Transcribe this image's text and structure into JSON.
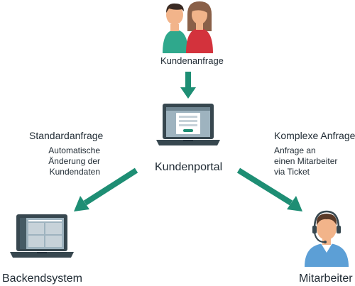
{
  "nodes": {
    "customers": {
      "label": "Kundenanfrage",
      "icon": "customers-icon"
    },
    "portal": {
      "label": "Kundenportal",
      "icon": "laptop-form-icon"
    },
    "backend": {
      "label": "Backendsystem",
      "icon": "laptop-backend-icon"
    },
    "employee": {
      "label": "Mitarbeiter",
      "icon": "support-agent-icon"
    }
  },
  "branches": {
    "left": {
      "title": "Standardanfrage",
      "lines": [
        "Automatische",
        "Änderung der",
        "Kundendaten"
      ]
    },
    "right": {
      "title": "Komplexe Anfrage",
      "lines": [
        "Anfrage an",
        "einen Mitarbeiter",
        "via Ticket"
      ]
    }
  },
  "colors": {
    "arrow": "#1e8e74",
    "laptop_frame": "#37474f",
    "screen": "#9eb3bf",
    "text": "#1f2a33"
  }
}
